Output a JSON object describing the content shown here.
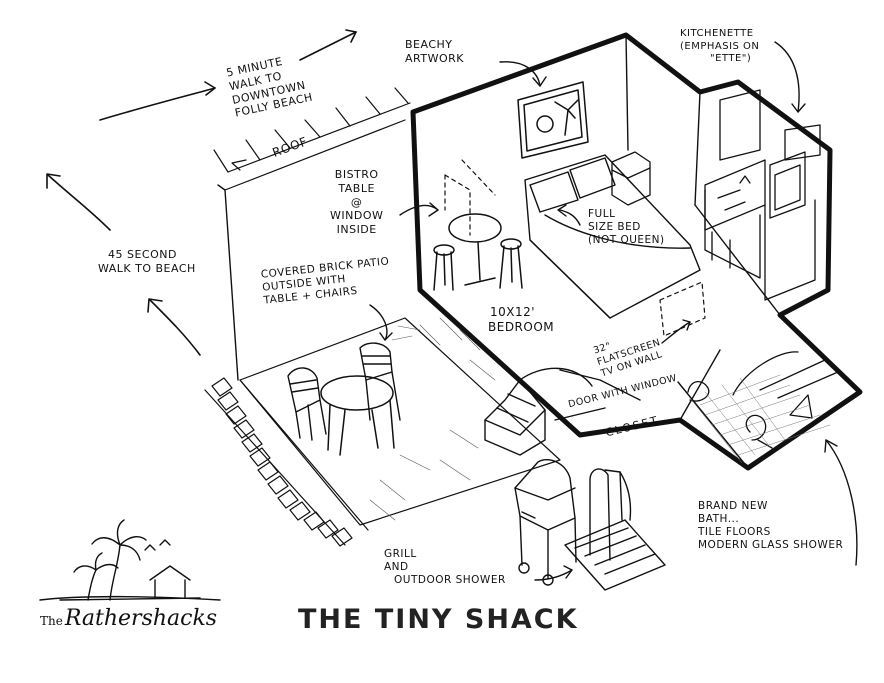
{
  "title": "THE TINY SHACK",
  "logo": {
    "prefix": "The",
    "name": "Rathershacks"
  },
  "labels": {
    "walk_downtown": [
      "5 MINUTE",
      "WALK TO",
      "DOWNTOWN",
      "FOLLY BEACH"
    ],
    "roof": "ROOF",
    "beachy_artwork": [
      "BEACHY",
      "ARTWORK"
    ],
    "kitchenette": [
      "KITCHENETTE",
      "(EMPHASIS ON",
      "\"ETTE\")"
    ],
    "bistro": [
      "BISTRO",
      "TABLE",
      "@",
      "WINDOW",
      "INSIDE"
    ],
    "walk_beach": [
      "45 SECOND",
      "WALK TO BEACH"
    ],
    "full_bed": [
      "FULL",
      "SIZE BED",
      "(NOT QUEEN)"
    ],
    "patio": [
      "COVERED BRICK PATIO",
      "OUTSIDE WITH",
      "TABLE + CHAIRS"
    ],
    "bedroom": [
      "10X12'",
      "BEDROOM"
    ],
    "tv": [
      "32\"",
      "FLATSCREEN",
      "TV ON WALL"
    ],
    "door_window": "DOOR WITH WINDOW",
    "closet": "CLOSET",
    "bath": [
      "BRAND NEW",
      "BATH...",
      "TILE FLOORS",
      "MODERN GLASS SHOWER"
    ],
    "grill": [
      "GRILL",
      "AND",
      "OUTDOOR SHOWER"
    ]
  }
}
